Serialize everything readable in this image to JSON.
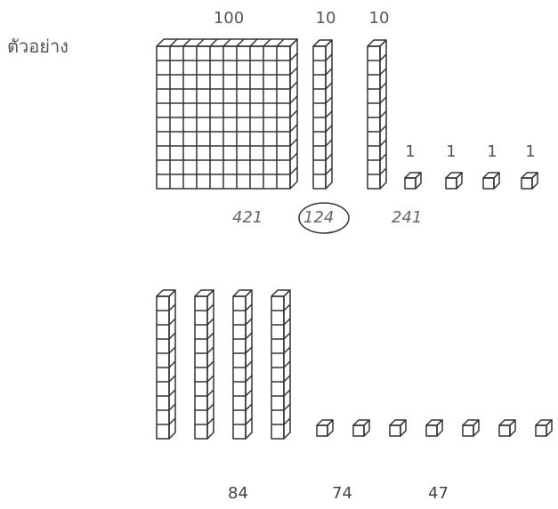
{
  "example": {
    "label": "ตัวอย่าง",
    "hundreds": {
      "label": "100",
      "count": 1
    },
    "tens": [
      {
        "label": "10"
      },
      {
        "label": "10"
      }
    ],
    "ones": [
      {
        "label": "1"
      },
      {
        "label": "1"
      },
      {
        "label": "1"
      },
      {
        "label": "1"
      }
    ],
    "options": [
      "421",
      "124",
      "241"
    ],
    "correct_option": "124"
  },
  "question": {
    "tens_rods": 4,
    "unit_cubes": 7,
    "options": [
      "84",
      "74",
      "47"
    ]
  }
}
